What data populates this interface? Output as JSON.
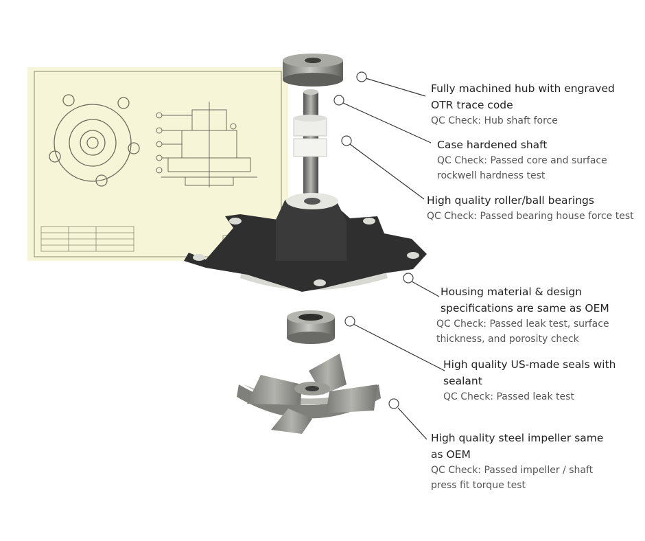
{
  "callouts": [
    {
      "id": "hub",
      "title_lines": [
        "Fully machined hub with engraved",
        "OTR trace code"
      ],
      "qc_lines": [
        "QC Check: Hub shaft force"
      ]
    },
    {
      "id": "shaft",
      "title_lines": [
        "Case hardened shaft"
      ],
      "qc_lines": [
        "QC Check: Passed core and surface",
        "rockwell hardness test"
      ]
    },
    {
      "id": "bearings",
      "title_lines": [
        "High quality roller/ball bearings"
      ],
      "qc_lines": [
        "QC Check: Passed bearing house force test"
      ]
    },
    {
      "id": "housing",
      "title_lines": [
        "Housing material & design",
        "specifications are same as OEM"
      ],
      "qc_lines": [
        "QC Check: Passed leak test, surface",
        "thickness, and porosity check"
      ]
    },
    {
      "id": "seals",
      "title_lines": [
        "High quality US-made seals with",
        "sealant"
      ],
      "qc_lines": [
        "QC Check: Passed leak test"
      ]
    },
    {
      "id": "impeller",
      "title_lines": [
        "High quality steel impeller same",
        "as OEM"
      ],
      "qc_lines": [
        "QC Check: Passed impeller / shaft",
        "press fit torque test"
      ]
    }
  ],
  "colors": {
    "drawing_bg": "#f6f5d8",
    "housing": "#2f2f2f",
    "metal": "#9a9a96",
    "impeller": "#8f8f8b",
    "leader": "#333333"
  }
}
